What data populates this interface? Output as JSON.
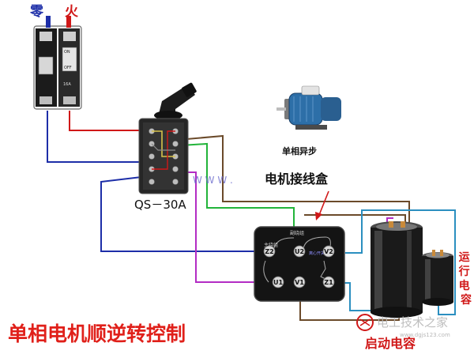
{
  "labels": {
    "neutral": "零",
    "live": "火",
    "switch_model": "QS－30A",
    "motor_caption": "单相异步",
    "junction_box": "电机接线盒",
    "watermark_url": "W W W .",
    "box_top": "副绕组",
    "box_left": "主绕组",
    "box_mid": "离心开关",
    "start_cap": "启动电容",
    "run_cap": "运行电容",
    "title": "单相电机顺逆转控制",
    "logo_text": "电工技术之家",
    "logo_sub": "www.dgjs123.com"
  },
  "breaker": {
    "on_label": "ON",
    "off_label": "OFF",
    "rating": "16A"
  },
  "terminals": {
    "z2": "Z2",
    "u2": "U2",
    "v2": "V2",
    "u1": "U1",
    "v1": "V1",
    "z1": "Z1"
  },
  "colors": {
    "title": "#e0201a",
    "neutral_wire": "#1d2ea8",
    "live_wire": "#d01818",
    "green_wire": "#22b43a",
    "purple_wire": "#b32cc4",
    "brown_wire": "#6b4a2a",
    "cyan_wire": "#2b8fc0",
    "box_fill": "#141414"
  }
}
